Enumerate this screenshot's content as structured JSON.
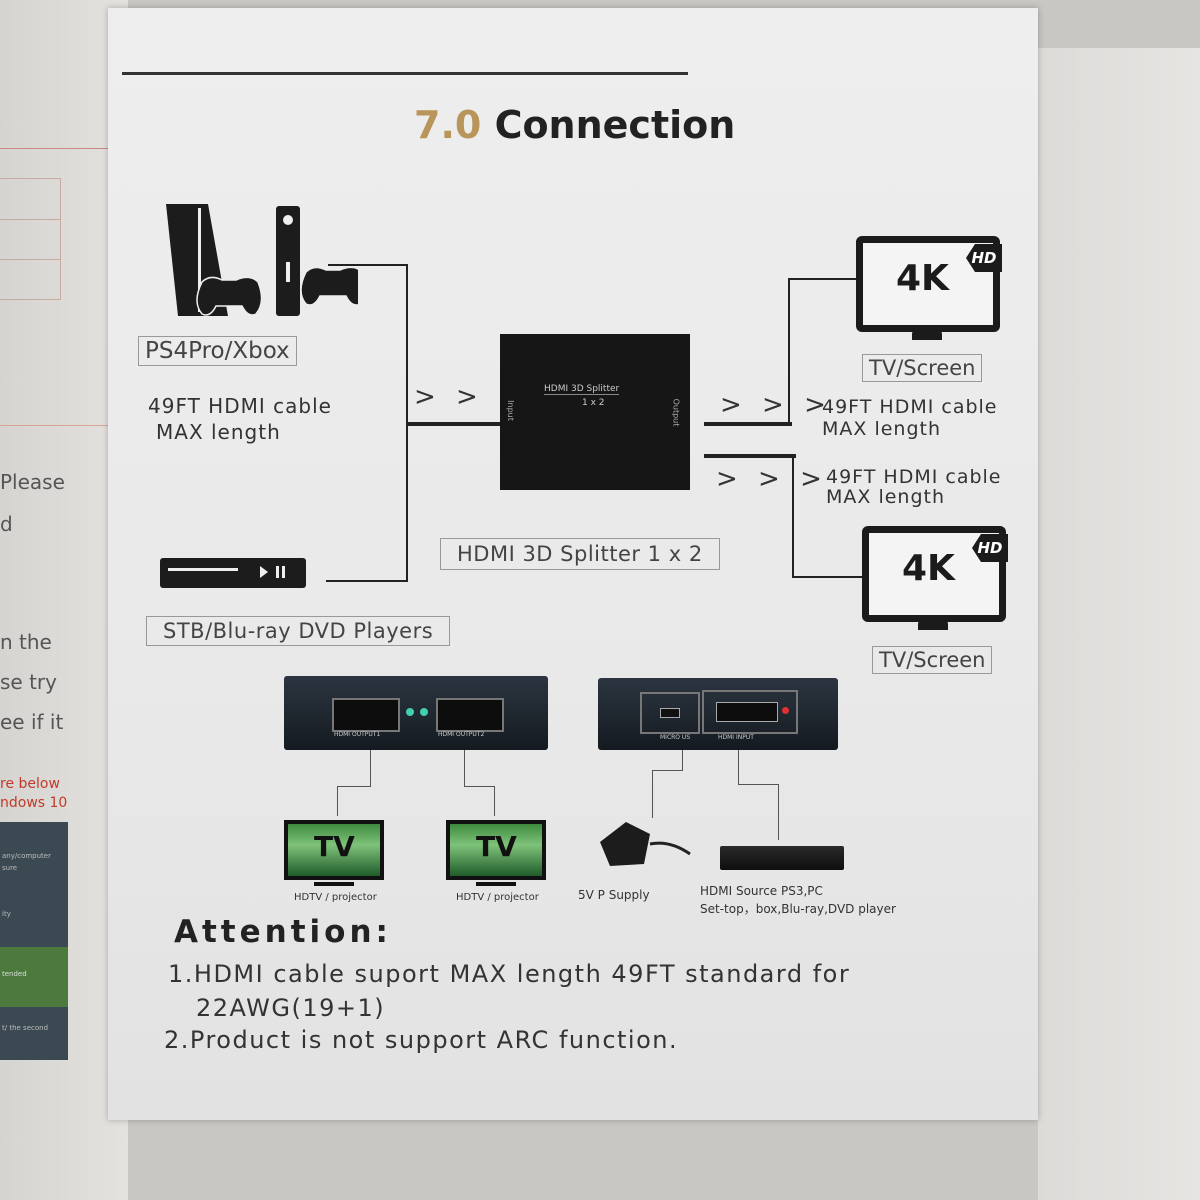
{
  "left_panel": {
    "texts": [
      "Please",
      "d",
      "n  the",
      "se try",
      "ee if it"
    ],
    "red_texts": [
      "re below",
      "ndows 10"
    ],
    "screenshot_rows": [
      "any/computer",
      "sure",
      "ity",
      "tended",
      "t/ the second"
    ]
  },
  "heading": {
    "number": "7.0",
    "title": "Connection"
  },
  "sources": {
    "console_label": "PS4Pro/Xbox",
    "cable_note_1": "49FT HDMI cable",
    "cable_note_2": "MAX length",
    "player_label": "STB/Blu-ray DVD Players"
  },
  "splitter": {
    "face_title": "HDMI 3D Splitter",
    "face_sub": "1 x 2",
    "face_in": "Input",
    "face_out": "Output",
    "label": "HDMI 3D Splitter 1 x 2"
  },
  "arrows": {
    "glyphs": "> > >"
  },
  "outputs": {
    "tv_text": "4K",
    "hd_badge": "HD",
    "tv_label": "TV/Screen",
    "cable_note_1": "49FT HDMI cable",
    "cable_note_2": "MAX length"
  },
  "photos": {
    "out1": "HDMI OUTPUT1",
    "out2": "HDMI OUTPUT2",
    "micro_usb": "MICRO US",
    "hdmi_input": "HDMI INPUT",
    "small_tv_text": "TV",
    "hdtv_caption": "HDTV / projector",
    "supply_caption": "5V P Supply",
    "source_caption_1": "HDMI Source PS3,PC",
    "source_caption_2": "Set-top，box,Blu-ray,DVD player"
  },
  "attention": {
    "title": "Attention:",
    "item1_line1": "1.HDMI cable suport MAX length 49FT standard for",
    "item1_line2": "22AWG(19+1)",
    "item2": "2.Product is not support ARC function."
  },
  "colors": {
    "accent": "#b8955a",
    "ink": "#222222",
    "paper": "#ececec"
  }
}
